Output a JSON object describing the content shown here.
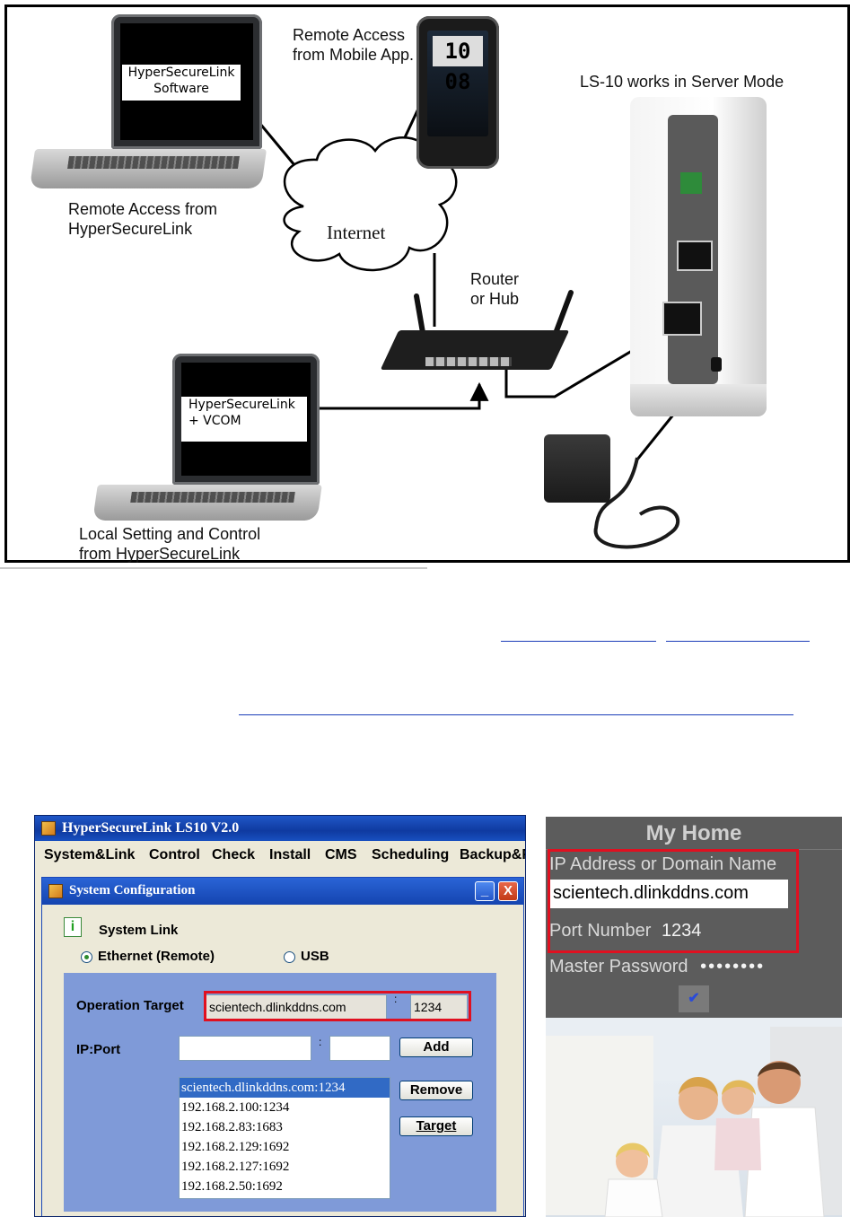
{
  "diagram": {
    "laptop_remote_label": "HyperSecureLink\nSoftware",
    "laptop_local_label": "HyperSecureLink\n + VCOM",
    "remote_mobile_caption": "Remote Access\nfrom Mobile App.",
    "server_mode_caption": "LS-10 works in Server Mode",
    "remote_hsl_caption": "Remote Access from\nHyperSecureLink",
    "internet_label": "Internet",
    "router_caption": "Router\nor Hub",
    "local_caption": "Local Setting and Control\nfrom HyperSecureLink",
    "phone_clock": "10 08"
  },
  "desktop": {
    "title": "HyperSecureLink LS10 V2.0",
    "menu": [
      "System&Link",
      "Control",
      "Check",
      "Install",
      "CMS",
      "Scheduling",
      "Backup&F"
    ],
    "dialog_title": "System Configuration",
    "minimize_symbol": "_",
    "close_symbol": "X",
    "info_symbol": "i",
    "section_title": "System Link",
    "radio_ethernet": "Ethernet (Remote)",
    "radio_usb": "USB",
    "operation_target_label": "Operation Target",
    "operation_target_host": "scientech.dlinkddns.com",
    "separator": ":",
    "operation_target_port": "1234",
    "ipport_label": "IP:Port",
    "ip_value": "",
    "port_value": "",
    "add_label": "Add",
    "remove_label": "Remove",
    "target_label": "Target",
    "list_items": [
      "scientech.dlinkddns.com:1234",
      "192.168.2.100:1234",
      "192.168.2.83:1683",
      "192.168.2.129:1692",
      "192.168.2.127:1692",
      "192.168.2.50:1692"
    ]
  },
  "mobile": {
    "title": "My Home",
    "ip_label": "IP Address or Domain Name",
    "ip_value": "scientech.dlinkddns.com",
    "port_label": "Port Number",
    "port_value": "1234",
    "password_label": "Master Password",
    "password_value": "••••••••",
    "ok_symbol": "✔"
  },
  "colors": {
    "highlight_red": "#e01020",
    "link_blue": "#1a3cb8",
    "panel_blue": "#7f9ad8"
  }
}
